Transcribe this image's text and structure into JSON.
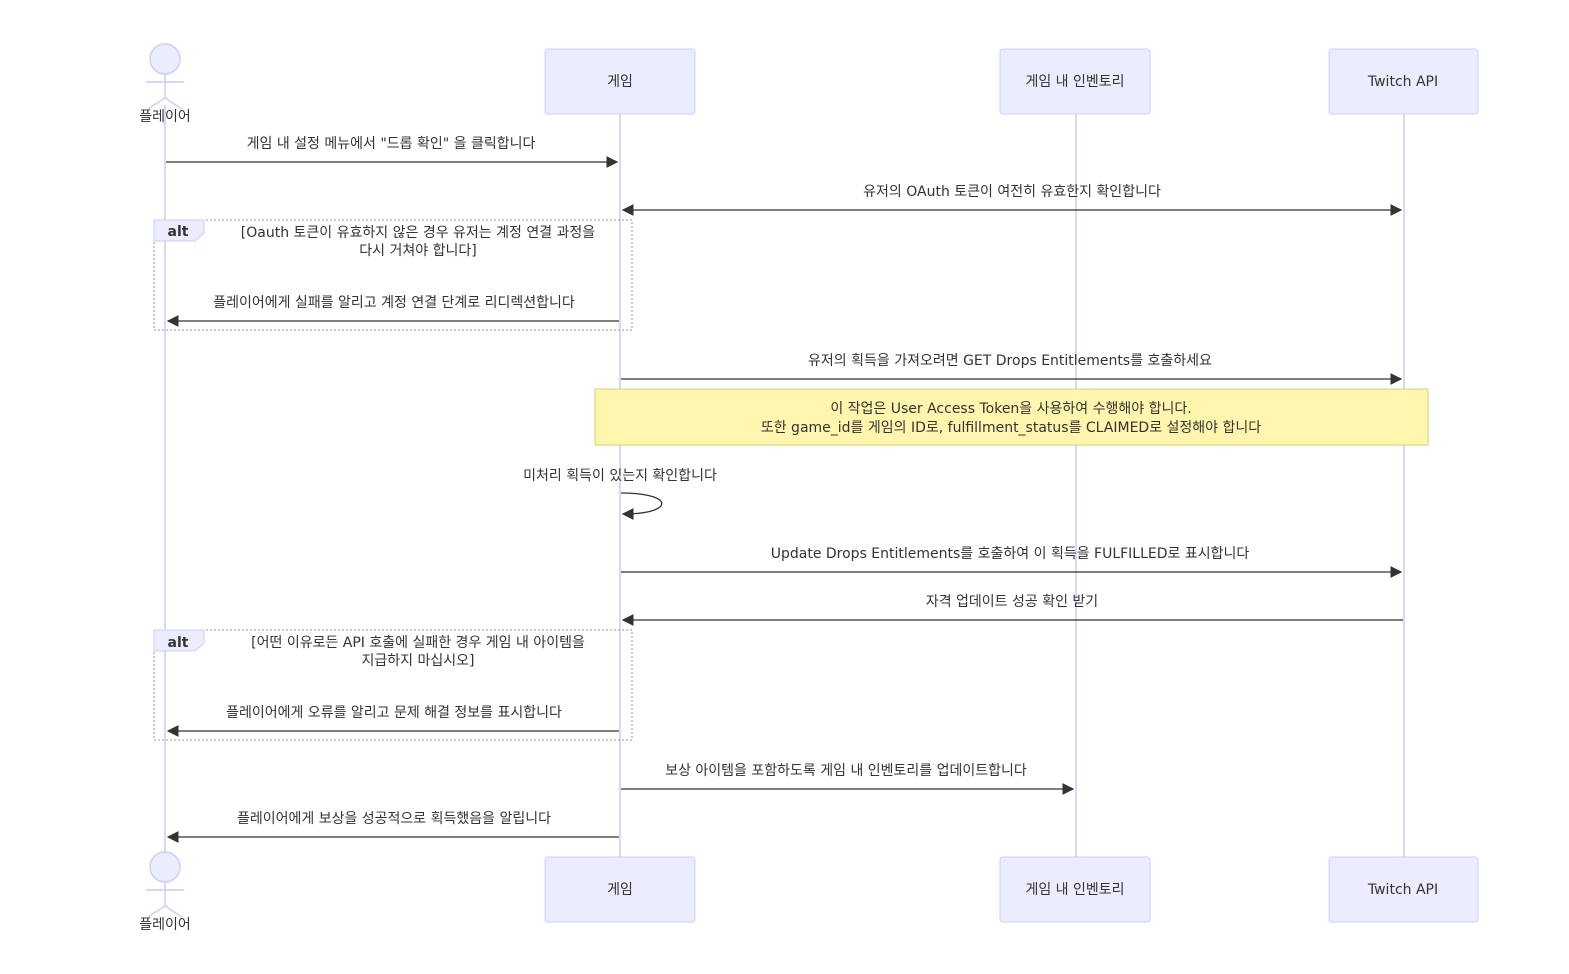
{
  "participants": {
    "player": "플레이어",
    "game": "게임",
    "inventory": "게임 내 인벤토리",
    "twitch": "Twitch API"
  },
  "messages": {
    "m1": "게임 내 설정 메뉴에서 \"드롭 확인\" 을 클릭합니다",
    "m2": "유저의 OAuth 토큰이 여전히 유효한지 확인합니다",
    "m3": "플레이어에게 실패를 알리고 계정 연결 단계로 리디렉션합니다",
    "m4": "유저의 획득을 가져오려면 GET Drops Entitlements를 호출하세요",
    "m5": "미처리 획득이 있는지 확인합니다",
    "m6": "Update Drops Entitlements를 호출하여 이 획득을 FULFILLED로 표시합니다",
    "m7": "자격 업데이트 성공 확인 받기",
    "m8": "플레이어에게 오류를 알리고 문제 해결 정보를 표시합니다",
    "m9": "보상 아이템을 포함하도록 게임 내 인벤토리를 업데이트합니다",
    "m10": "플레이어에게 보상을 성공적으로 획득했음을 알립니다"
  },
  "alts": {
    "tag": "alt",
    "a1_line1": "[Oauth 토큰이 유효하지 않은 경우 유저는 계정 연결 과정을",
    "a1_line2": "다시 거쳐야 합니다]",
    "a2_line1": "[어떤 이유로든 API 호출에 실패한 경우 게임 내 아이템을",
    "a2_line2": "지급하지 마십시오]"
  },
  "note": {
    "line1": "이 작업은 User Access Token을 사용하여 수행해야 합니다.",
    "line2": "또한 game_id를 게임의 ID로, fulfillment_status를 CLAIMED로 설정해야 합니다"
  },
  "colors": {
    "participant_fill": "#ECECFF",
    "participant_stroke": "#CCCCFF",
    "note_fill": "#FFF5AD",
    "arrow": "#333333"
  }
}
